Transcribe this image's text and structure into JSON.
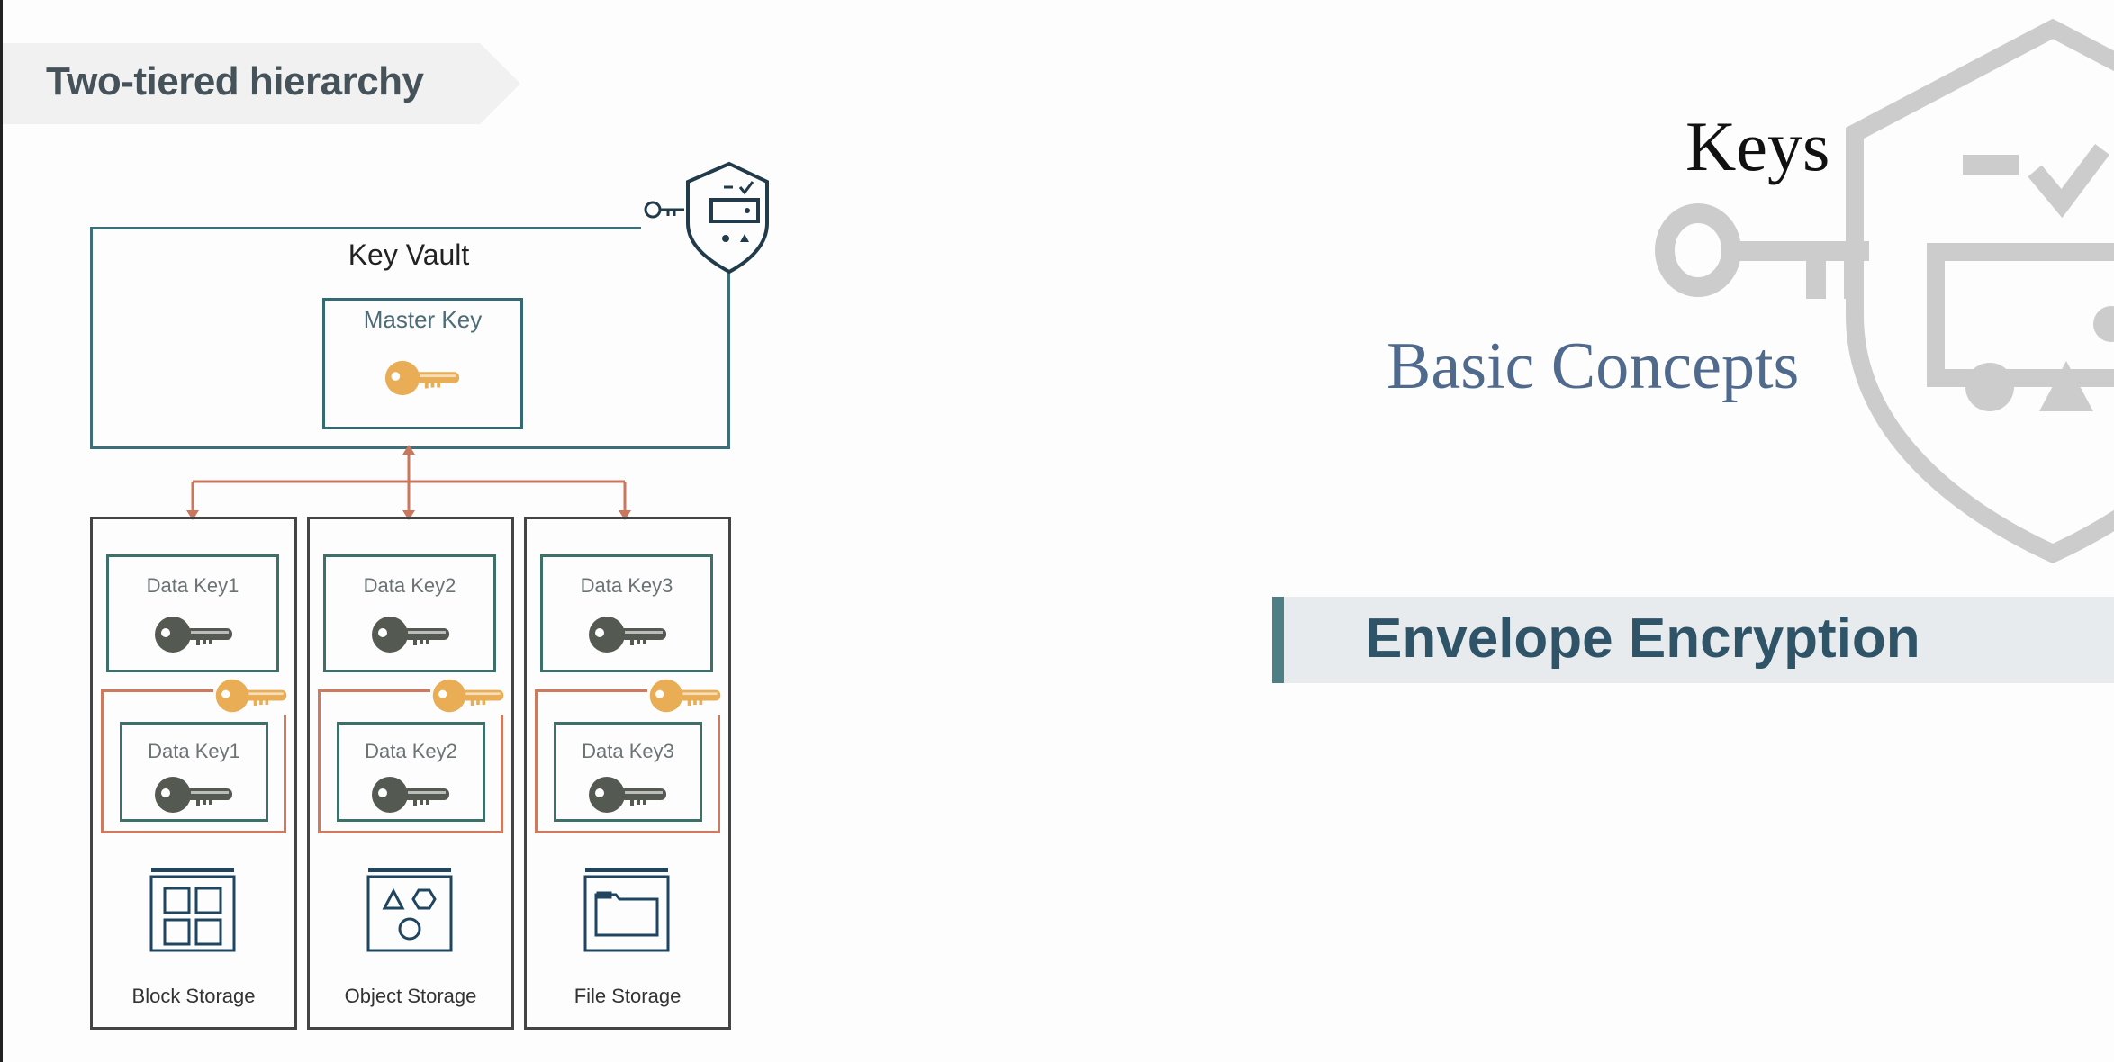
{
  "slide_left": {
    "title": "Two-tiered hierarchy",
    "key_vault": {
      "label": "Key Vault",
      "master_key_label": "Master Key"
    },
    "columns": [
      {
        "data_key_label": "Data Key1",
        "wrapped_key_label": "Data Key1",
        "storage_label": "Block Storage",
        "storage_icon": "block-storage-icon"
      },
      {
        "data_key_label": "Data Key2",
        "wrapped_key_label": "Data Key2",
        "storage_label": "Object Storage",
        "storage_icon": "object-storage-icon"
      },
      {
        "data_key_label": "Data Key3",
        "wrapped_key_label": "Data Key3",
        "storage_label": "File Storage",
        "storage_icon": "file-storage-icon"
      }
    ]
  },
  "slide_right": {
    "title": "Keys",
    "subtitle": "Basic Concepts",
    "section": "Envelope Encryption"
  },
  "colors": {
    "teal": "#3d6f7b",
    "arrow": "#c9775d",
    "gold_key": "#e8ad55",
    "dark_key": "#545a52",
    "section_text": "#2f5468",
    "subtitle": "#4f6a8c"
  }
}
